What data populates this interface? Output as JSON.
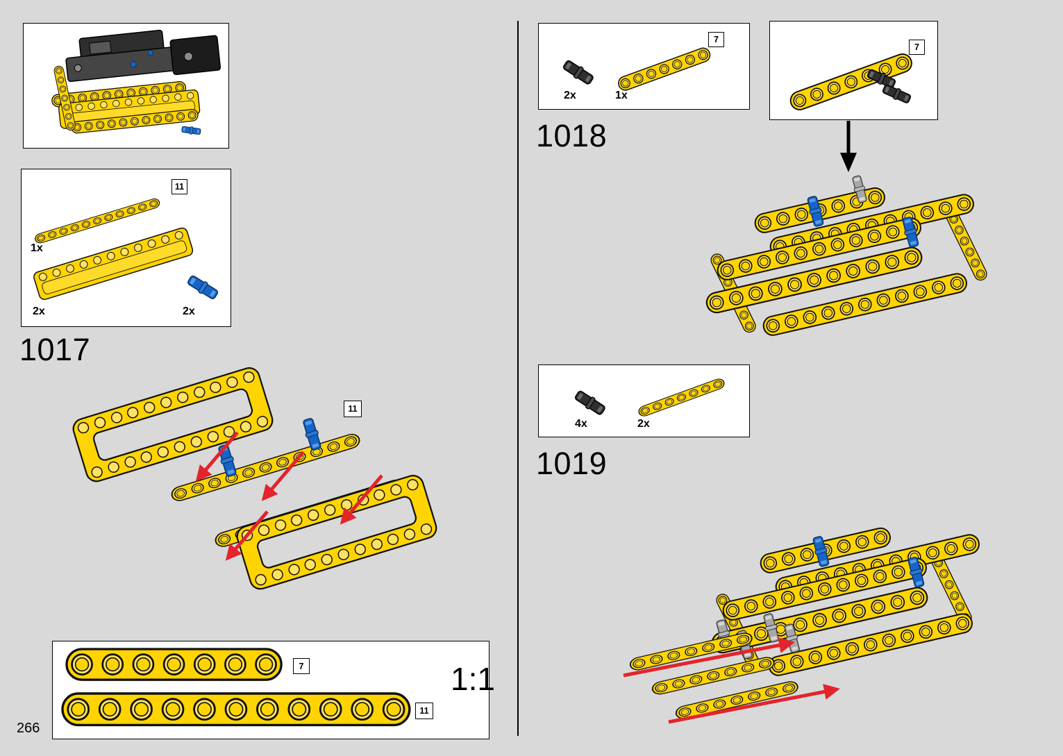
{
  "page": {
    "number": "266"
  },
  "colors": {
    "background": "#d9d9d9",
    "beam_yellow": "#ffd400",
    "pin_blue": "#1565c8",
    "pin_dark": "#2f2f2f",
    "pin_gray": "#a8a8a8",
    "arrow_red": "#e3242b",
    "outline": "#111111"
  },
  "steps": {
    "s1017": {
      "label": "1017",
      "parts_box": {
        "badge": "11",
        "items": [
          {
            "name": "thin-liftarm-11",
            "qty": "1x"
          },
          {
            "name": "panel-plate-5x11",
            "qty": "2x"
          },
          {
            "name": "pin-3l-blue",
            "qty": "2x"
          }
        ]
      },
      "diagram_badge": "11"
    },
    "s1018": {
      "label": "1018",
      "parts_box": {
        "badge": "7",
        "items": [
          {
            "name": "pin-3l-dark",
            "qty": "2x"
          },
          {
            "name": "beam-7",
            "qty": "1x"
          }
        ]
      },
      "callout_badge": "7"
    },
    "s1019": {
      "label": "1019",
      "parts_box": {
        "items": [
          {
            "name": "pin-3l-dark",
            "qty": "4x"
          },
          {
            "name": "thin-liftarm-7",
            "qty": "2x"
          }
        ]
      }
    }
  },
  "scale_box": {
    "label": "1:1",
    "beams": [
      {
        "name": "beam-7",
        "badge": "7"
      },
      {
        "name": "beam-11",
        "badge": "11"
      }
    ]
  }
}
